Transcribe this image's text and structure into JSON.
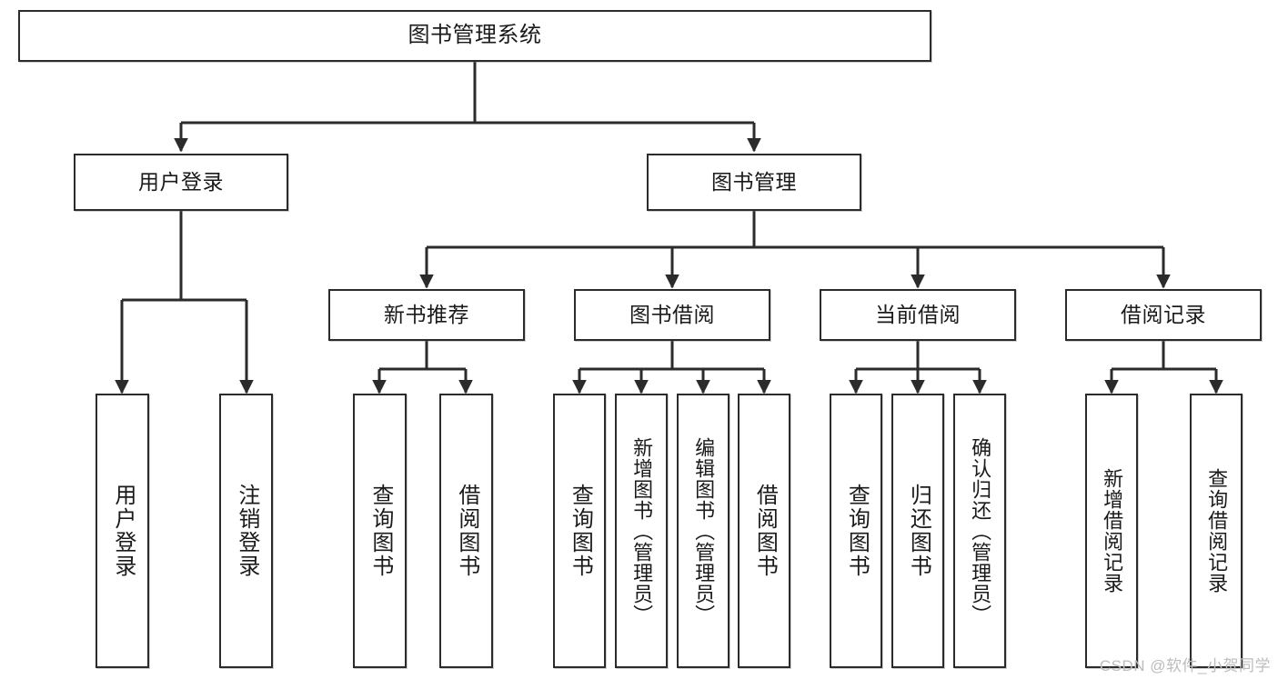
{
  "diagram": {
    "title": "图书管理系统",
    "type": "tree",
    "theme": {
      "background": "#ffffff",
      "box_border": "#2b2b2b",
      "box_fill": "#ffffff",
      "text": "#1a1a1a",
      "connector": "#2b2b2b",
      "watermark": "#bdbdbd"
    }
  },
  "root": {
    "label": "图书管理系统"
  },
  "level2": [
    {
      "label": "用户登录"
    },
    {
      "label": "图书管理"
    }
  ],
  "level3": [
    {
      "label": "新书推荐"
    },
    {
      "label": "图书借阅"
    },
    {
      "label": "当前借阅"
    },
    {
      "label": "借阅记录"
    }
  ],
  "leaves": {
    "user_login": [
      {
        "label": "用户登录"
      },
      {
        "label": "注销登录"
      }
    ],
    "new_book_recommend": [
      {
        "label": "查询图书"
      },
      {
        "label": "借阅图书"
      }
    ],
    "book_borrow": [
      {
        "label": "查询图书"
      },
      {
        "label": "新增图书（管理员）"
      },
      {
        "label": "编辑图书（管理员）"
      },
      {
        "label": "借阅图书"
      }
    ],
    "current_borrow": [
      {
        "label": "查询图书"
      },
      {
        "label": "归还图书"
      },
      {
        "label": "确认归还（管理员）"
      }
    ],
    "borrow_record": [
      {
        "label": "新增借阅记录"
      },
      {
        "label": "查询借阅记录"
      }
    ]
  },
  "watermark": {
    "text": "CSDN @软件_小贺同学"
  }
}
